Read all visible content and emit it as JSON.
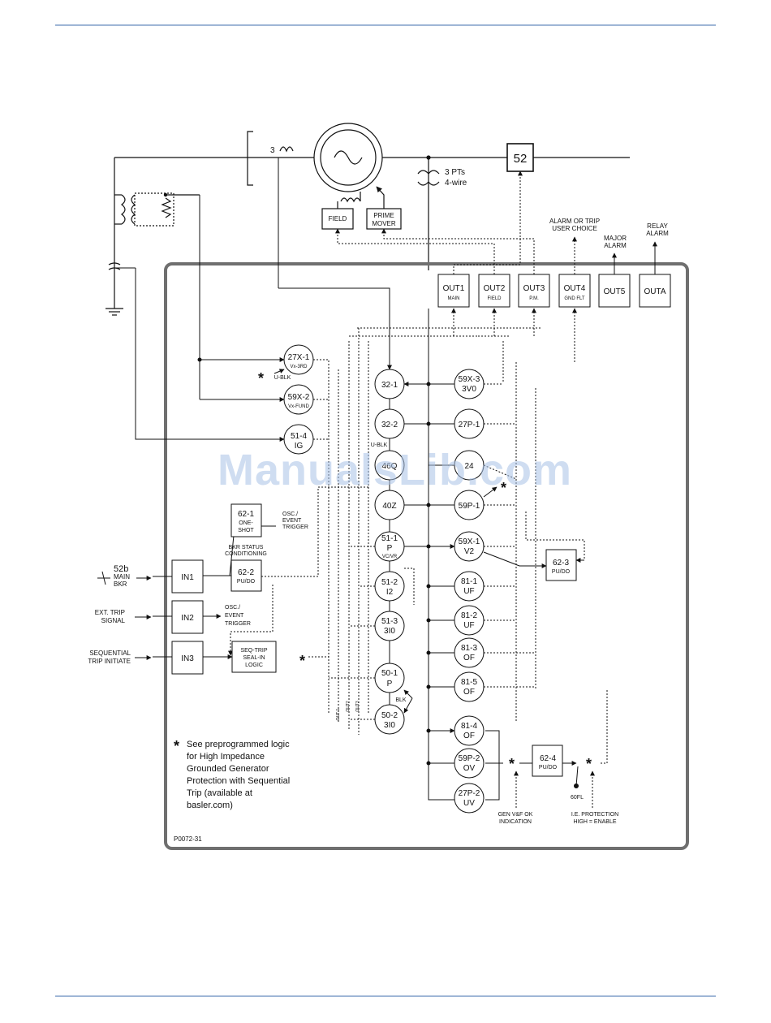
{
  "watermark": "ManualsLib.com",
  "figure_id": "P0072-31",
  "note": {
    "star": "*",
    "lines": [
      "See preprogrammed logic",
      "for High Impedance",
      "Grounded Generator",
      "Protection with Sequential",
      "Trip (available at",
      "basler.com)"
    ]
  },
  "power": {
    "breaker": "52",
    "ct_count": "3",
    "pt_line1": "3 PTs",
    "pt_line2": "4-wire",
    "field": "FIELD",
    "prime_mover_1": "PRIME",
    "prime_mover_2": "MOVER"
  },
  "top_labels": {
    "alarm_trip_1": "ALARM OR TRIP",
    "alarm_trip_2": "USER CHOICE",
    "major_alarm_1": "MAJOR",
    "major_alarm_2": "ALARM",
    "relay_alarm_1": "RELAY",
    "relay_alarm_2": "ALARM"
  },
  "outputs": [
    {
      "name": "OUT1",
      "sub": "MAIN"
    },
    {
      "name": "OUT2",
      "sub": "FIELD"
    },
    {
      "name": "OUT3",
      "sub": "P.M."
    },
    {
      "name": "OUT4",
      "sub": "GND FLT"
    },
    {
      "name": "OUT5",
      "sub": ""
    },
    {
      "name": "OUTA",
      "sub": ""
    }
  ],
  "inputs": {
    "in1": "IN1",
    "in2": "IN2",
    "in3": "IN3",
    "main_bkr_1": "52b",
    "main_bkr_2": "MAIN",
    "main_bkr_3": "BKR",
    "ext_trip_1": "EXT. TRIP",
    "ext_trip_2": "SIGNAL",
    "seq_trip_1": "SEQUENTIAL",
    "seq_trip_2": "TRIP INITIATE"
  },
  "logic_blocks": {
    "b621_1": "62-1",
    "b621_2": "ONE-",
    "b621_3": "SHOT",
    "osc1_1": "OSC./",
    "osc1_2": "EVENT",
    "osc1_3": "TRIGGER",
    "bkr_status_1": "BKR STATUS",
    "bkr_status_2": "CONDITIONING",
    "b622_1": "62-2",
    "b622_2": "PU/DO",
    "osc2_1": "OSC./",
    "osc2_2": "EVENT",
    "osc2_3": "TRIGGER",
    "seq_1": "SEQ-TRIP",
    "seq_2": "SEAL-IN",
    "seq_3": "LOGIC",
    "b623_1": "62-3",
    "b623_2": "PU/DO",
    "b624_1": "62-4",
    "b624_2": "PU/DO",
    "fl60": "60FL",
    "genvsf_1": "GEN V&F OK",
    "genvsf_2": "INDICATION",
    "ie_1": "I.E. PROTECTION",
    "ie_2": "HIGH = ENABLE",
    "ublk_1": "U-BLK",
    "ublk_2": "U-BLK",
    "blk": "BLK",
    "out1": "OUT 1",
    "out2": "OUT2",
    "out3": "OUT3"
  },
  "elements": {
    "e27x1_1": "27X-1",
    "e27x1_2": "Vx-3RD",
    "e59x2_1": "59X-2",
    "e59x2_2": "Vx-FUND",
    "e514_1": "51-4",
    "e514_2": "IG",
    "e321": "32-1",
    "e322": "32-2",
    "e46q": "46Q",
    "e40z": "40Z",
    "e511_1": "51-1",
    "e511_2": "P",
    "e511_3": "VC/VR",
    "e512_1": "51-2",
    "e512_2": "I2",
    "e513_1": "51-3",
    "e513_2": "3I0",
    "e501_1": "50-1",
    "e501_2": "P",
    "e502_1": "50-2",
    "e502_2": "3I0",
    "e59x3_1": "59X-3",
    "e59x3_2": "3V0",
    "e27p1": "27P-1",
    "e24": "24",
    "e59p1": "59P-1",
    "e59x1_1": "59X-1",
    "e59x1_2": "V2",
    "e811_1": "81-1",
    "e811_2": "UF",
    "e812_1": "81-2",
    "e812_2": "UF",
    "e813_1": "81-3",
    "e813_2": "OF",
    "e815_1": "81-5",
    "e815_2": "OF",
    "e814_1": "81-4",
    "e814_2": "OF",
    "e59p2_1": "59P-2",
    "e59p2_2": "OV",
    "e27p2_1": "27P-2",
    "e27p2_2": "UV"
  }
}
